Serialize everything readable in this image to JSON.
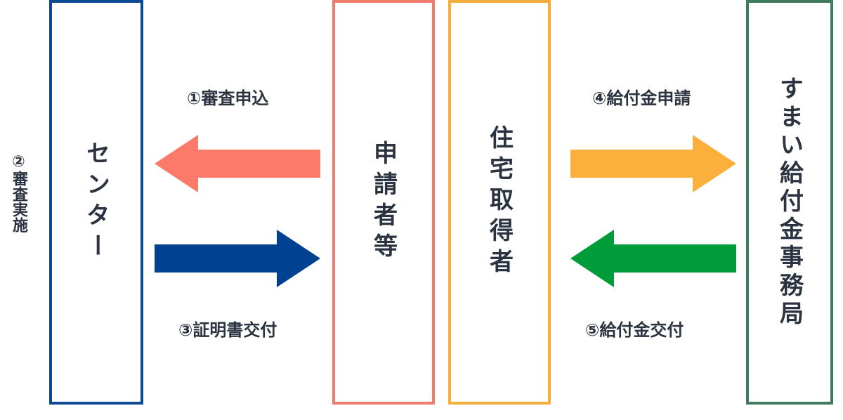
{
  "boxes": {
    "center": {
      "label": "センター",
      "color": "#0d4a94"
    },
    "applicant": {
      "label": "申請者等",
      "color": "#f07c6f"
    },
    "acquirer": {
      "label": "住宅取得者",
      "color": "#f5ad3e"
    },
    "office": {
      "label": "すまい給付金事務局",
      "color": "#3f7a61"
    }
  },
  "steps": {
    "step1": "①審査申込",
    "step2": "②審査実施",
    "step3": "③証明書交付",
    "step4": "④給付金申請",
    "step5": "⑤給付金交付"
  },
  "arrows": {
    "step1": {
      "direction": "left",
      "color": "#fb7a6a"
    },
    "step3": {
      "direction": "right",
      "color": "#004191"
    },
    "step4": {
      "direction": "right",
      "color": "#fbb03b"
    },
    "step5": {
      "direction": "left",
      "color": "#009c3a"
    }
  }
}
